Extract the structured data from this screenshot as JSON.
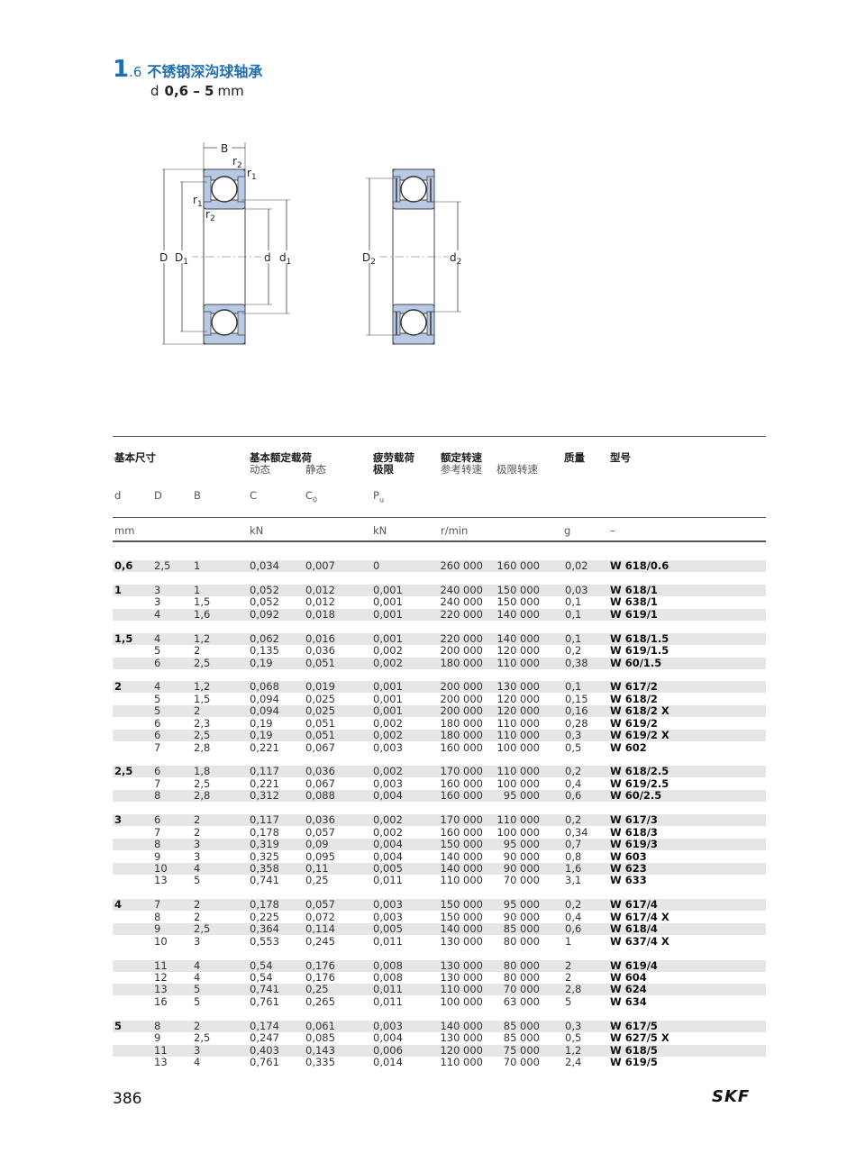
{
  "title": {
    "section_major": "1",
    "section_minor": ".6",
    "text": "不锈钢深沟球轴承",
    "subtitle_symbol": "d",
    "subtitle_range": "0,6 – 5",
    "subtitle_unit": "mm"
  },
  "drawing": {
    "left_labels": {
      "B": "B",
      "r2_top": "r",
      "r1_top": "r",
      "r1_mid": "r",
      "r2_mid": "r",
      "D": "D",
      "D1": "D",
      "d": "d",
      "d1": "d",
      "sub1": "1",
      "sub2": "2"
    },
    "right_labels": {
      "D2": "D",
      "d2": "d",
      "sub2": "2"
    }
  },
  "table": {
    "header": {
      "basic_dims": "基本尺寸",
      "load_ratings": "基本额定载荷",
      "dynamic": "动态",
      "static": "静态",
      "fatigue_1": "疲劳载荷",
      "fatigue_2": "极限",
      "speed": "额定转速",
      "ref_speed": "参考转速",
      "limit_speed": "极限转速",
      "mass": "质量",
      "designation": "型号",
      "sym_d": "d",
      "sym_D": "D",
      "sym_B": "B",
      "sym_C": "C",
      "sym_C0": "C",
      "sym_C0_sub": "0",
      "sym_Pu": "P",
      "sym_Pu_sub": "u",
      "unit_mm": "mm",
      "unit_kN1": "kN",
      "unit_kN2": "kN",
      "unit_rmin": "r/min",
      "unit_g": "g",
      "unit_dash": "–"
    },
    "rows": [
      [
        "0,6",
        "2,5",
        "1",
        "0,034",
        "0,007",
        "0",
        "260 000",
        "160 000",
        "0,02",
        "W 618/0.6"
      ],
      [
        "1",
        "3",
        "1",
        "0,052",
        "0,012",
        "0,001",
        "240 000",
        "150 000",
        "0,03",
        "W 618/1"
      ],
      [
        "",
        "3",
        "1,5",
        "0,052",
        "0,012",
        "0,001",
        "240 000",
        "150 000",
        "0,1",
        "W 638/1"
      ],
      [
        "",
        "4",
        "1,6",
        "0,092",
        "0,018",
        "0,001",
        "220 000",
        "140 000",
        "0,1",
        "W 619/1"
      ],
      [
        "1,5",
        "4",
        "1,2",
        "0,062",
        "0,016",
        "0,001",
        "220 000",
        "140 000",
        "0,1",
        "W 618/1.5"
      ],
      [
        "",
        "5",
        "2",
        "0,135",
        "0,036",
        "0,002",
        "200 000",
        "120 000",
        "0,2",
        "W 619/1.5"
      ],
      [
        "",
        "6",
        "2,5",
        "0,19",
        "0,051",
        "0,002",
        "180 000",
        "110 000",
        "0,38",
        "W 60/1.5"
      ],
      [
        "2",
        "4",
        "1,2",
        "0,068",
        "0,019",
        "0,001",
        "200 000",
        "130 000",
        "0,1",
        "W 617/2"
      ],
      [
        "",
        "5",
        "1,5",
        "0,094",
        "0,025",
        "0,001",
        "200 000",
        "120 000",
        "0,15",
        "W 618/2"
      ],
      [
        "",
        "5",
        "2",
        "0,094",
        "0,025",
        "0,001",
        "200 000",
        "120 000",
        "0,16",
        "W 618/2 X"
      ],
      [
        "",
        "6",
        "2,3",
        "0,19",
        "0,051",
        "0,002",
        "180 000",
        "110 000",
        "0,28",
        "W 619/2"
      ],
      [
        "",
        "6",
        "2,5",
        "0,19",
        "0,051",
        "0,002",
        "180 000",
        "110 000",
        "0,3",
        "W 619/2 X"
      ],
      [
        "",
        "7",
        "2,8",
        "0,221",
        "0,067",
        "0,003",
        "160 000",
        "100 000",
        "0,5",
        "W 602"
      ],
      [
        "2,5",
        "6",
        "1,8",
        "0,117",
        "0,036",
        "0,002",
        "170 000",
        "110 000",
        "0,2",
        "W 618/2.5"
      ],
      [
        "",
        "7",
        "2,5",
        "0,221",
        "0,067",
        "0,003",
        "160 000",
        "100 000",
        "0,4",
        "W 619/2.5"
      ],
      [
        "",
        "8",
        "2,8",
        "0,312",
        "0,088",
        "0,004",
        "160 000",
        "95 000",
        "0,6",
        "W 60/2.5"
      ],
      [
        "3",
        "6",
        "2",
        "0,117",
        "0,036",
        "0,002",
        "170 000",
        "110 000",
        "0,2",
        "W 617/3"
      ],
      [
        "",
        "7",
        "2",
        "0,178",
        "0,057",
        "0,002",
        "160 000",
        "100 000",
        "0,34",
        "W 618/3"
      ],
      [
        "",
        "8",
        "3",
        "0,319",
        "0,09",
        "0,004",
        "150 000",
        "95 000",
        "0,7",
        "W 619/3"
      ],
      [
        "",
        "9",
        "3",
        "0,325",
        "0,095",
        "0,004",
        "140 000",
        "90 000",
        "0,8",
        "W 603"
      ],
      [
        "",
        "10",
        "4",
        "0,358",
        "0,11",
        "0,005",
        "140 000",
        "90 000",
        "1,6",
        "W 623"
      ],
      [
        "",
        "13",
        "5",
        "0,741",
        "0,25",
        "0,011",
        "110 000",
        "70 000",
        "3,1",
        "W 633"
      ],
      [
        "4",
        "7",
        "2",
        "0,178",
        "0,057",
        "0,003",
        "150 000",
        "95 000",
        "0,2",
        "W 617/4"
      ],
      [
        "",
        "8",
        "2",
        "0,225",
        "0,072",
        "0,003",
        "150 000",
        "90 000",
        "0,4",
        "W 617/4 X"
      ],
      [
        "",
        "9",
        "2,5",
        "0,364",
        "0,114",
        "0,005",
        "140 000",
        "85 000",
        "0,6",
        "W 618/4"
      ],
      [
        "",
        "10",
        "3",
        "0,553",
        "0,245",
        "0,011",
        "130 000",
        "80 000",
        "1",
        "W 637/4 X"
      ],
      [
        "",
        "11",
        "4",
        "0,54",
        "0,176",
        "0,008",
        "130 000",
        "80 000",
        "2",
        "W 619/4"
      ],
      [
        "",
        "12",
        "4",
        "0,54",
        "0,176",
        "0,008",
        "130 000",
        "80 000",
        "2",
        "W 604"
      ],
      [
        "",
        "13",
        "5",
        "0,741",
        "0,25",
        "0,011",
        "110 000",
        "70 000",
        "2,8",
        "W 624"
      ],
      [
        "",
        "16",
        "5",
        "0,761",
        "0,265",
        "0,011",
        "100 000",
        "63 000",
        "5",
        "W 634"
      ],
      [
        "5",
        "8",
        "2",
        "0,174",
        "0,061",
        "0,003",
        "140 000",
        "85 000",
        "0,3",
        "W 617/5"
      ],
      [
        "",
        "9",
        "2,5",
        "0,247",
        "0,085",
        "0,004",
        "130 000",
        "85 000",
        "0,5",
        "W 627/5 X"
      ],
      [
        "",
        "11",
        "3",
        "0,403",
        "0,143",
        "0,006",
        "120 000",
        "75 000",
        "1,2",
        "W 618/5"
      ],
      [
        "",
        "13",
        "4",
        "0,761",
        "0,335",
        "0,014",
        "110 000",
        "70 000",
        "2,4",
        "W 619/5"
      ]
    ]
  },
  "footer": {
    "page_number": "386",
    "brand": "SKF",
    "brand_color": "#111111"
  },
  "colors": {
    "accent": "#1f6fb5",
    "bearing_fill": "#b8c9e6",
    "row_shade": "#e6e6e6"
  }
}
